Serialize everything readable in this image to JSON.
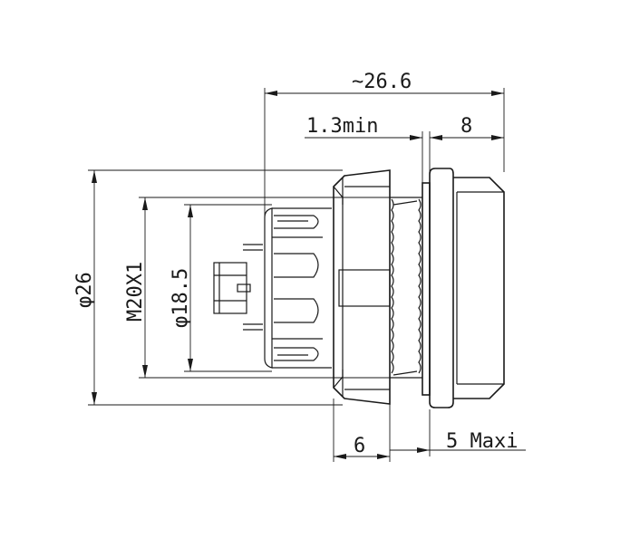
{
  "dimensions": {
    "overall_length": "~26.6",
    "panel_thickness": "1.3min",
    "flange_length": "8",
    "outer_diameter": "φ26",
    "thread": "M20X1",
    "body_diameter": "φ18.5",
    "front_length": "6",
    "max_panel": "5 Maxi"
  }
}
